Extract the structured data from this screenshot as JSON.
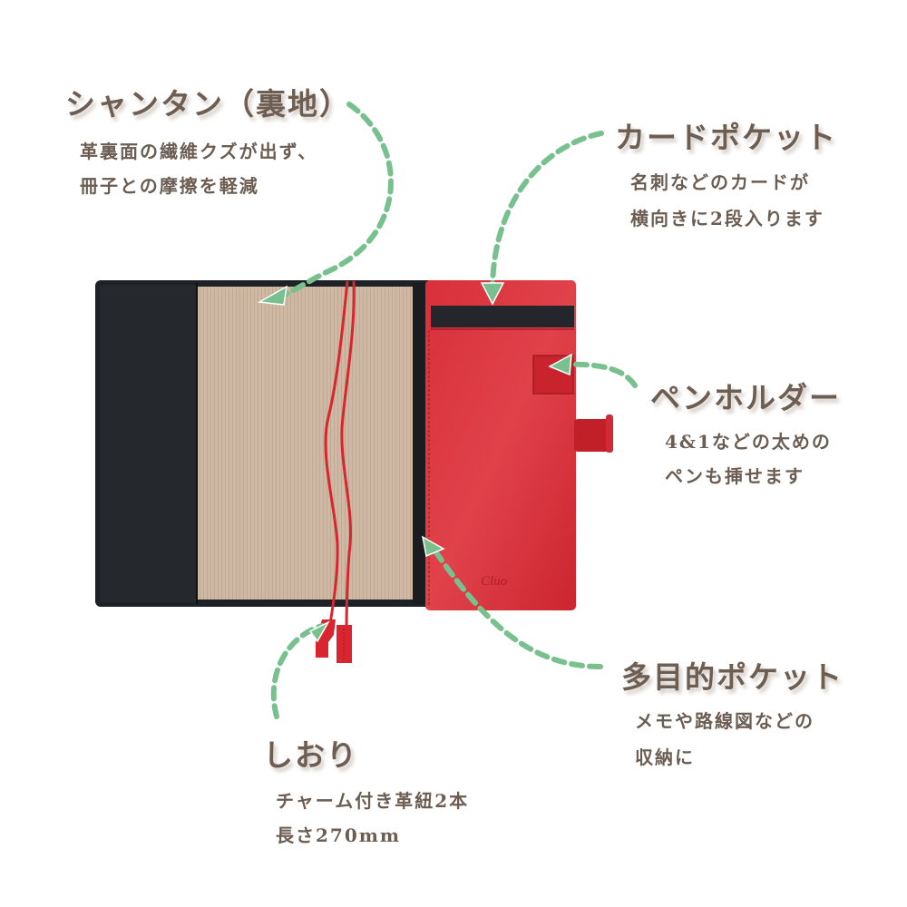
{
  "colors": {
    "text": "#6e5e52",
    "arrow": "#78c08e",
    "leather_black": "#1f2226",
    "leather_red": "#d42a35",
    "lining": "#cbb7a2"
  },
  "annotations": {
    "lining": {
      "title": "シャンタン（裏地）",
      "lines": [
        "革裏面の繊維クズが出ず、",
        "冊子との摩擦を軽減"
      ]
    },
    "card_pocket": {
      "title": "カードポケット",
      "lines": [
        "名刺などのカードが",
        "横向きに2段入ります"
      ]
    },
    "pen_holder": {
      "title": "ペンホルダー",
      "lines": [
        "4&1などの太めの",
        "ペンも挿せます"
      ]
    },
    "multi_pocket": {
      "title": "多目的ポケット",
      "lines": [
        "メモや路線図などの",
        "収納に"
      ]
    },
    "bookmark": {
      "title": "しおり",
      "lines": [
        "チャーム付き革紐2本",
        "長さ270mm"
      ]
    }
  },
  "product": {
    "brand_emboss": "Cluo"
  }
}
